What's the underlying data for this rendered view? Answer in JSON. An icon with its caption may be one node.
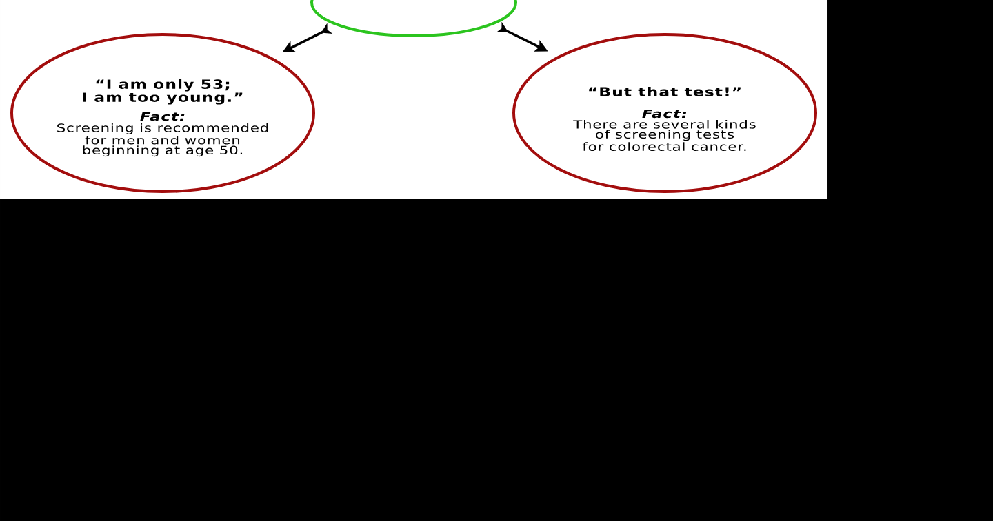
{
  "diagram": {
    "nodes": [
      {
        "text": [],
        "shape": "circle"
      },
      {
        "text": [
          "“I am only 53; I am too young.”",
          "Fact:",
          "Screening is recommended for men and women beginning at age 50."
        ]
      },
      {
        "text": [
          "“But that test!”",
          "Fact:",
          "There are several kinds of screening tests for colorectal cancer."
        ]
      }
    ],
    "edges": [
      {
        "from": 0,
        "to": 1,
        "arrow": "to"
      },
      {
        "from": 0,
        "to": 2,
        "arrow": "to"
      }
    ]
  }
}
